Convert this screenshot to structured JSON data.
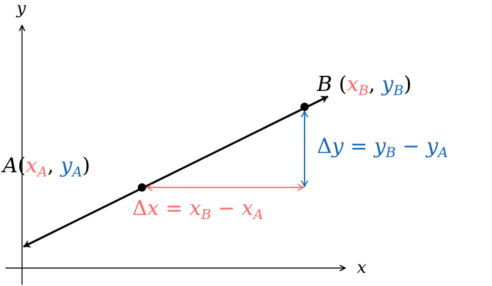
{
  "axes": {
    "x_label": "x",
    "y_label": "y"
  },
  "point_a": {
    "name": "A",
    "open": "(",
    "x": "x",
    "x_sub": "A",
    "comma": ",",
    "y": "y",
    "y_sub": "A",
    "close": ")"
  },
  "point_b": {
    "name": "B",
    "open": "(",
    "x": "x",
    "x_sub": "B",
    "comma": ",",
    "y": "y",
    "y_sub": "B",
    "close": ")"
  },
  "delta_x": {
    "delta": "Δ",
    "var": "x",
    "eq": " = ",
    "t1": "x",
    "t1_sub": "B",
    "minus": " − ",
    "t2": "x",
    "t2_sub": "A"
  },
  "delta_y": {
    "delta": "Δ",
    "var": "y",
    "eq": " = ",
    "t1": "y",
    "t1_sub": "B",
    "minus": " − ",
    "t2": "y",
    "t2_sub": "A"
  },
  "colors": {
    "x_color": "#ff6666",
    "y_color": "#1166bb",
    "line": "#000000"
  }
}
